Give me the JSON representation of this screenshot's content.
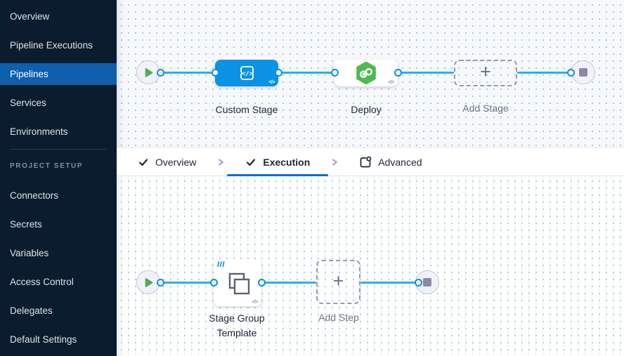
{
  "sidebar": {
    "nav_items": [
      {
        "label": "Overview",
        "active": false
      },
      {
        "label": "Pipeline Executions",
        "active": false
      },
      {
        "label": "Pipelines",
        "active": true
      },
      {
        "label": "Services",
        "active": false
      },
      {
        "label": "Environments",
        "active": false
      }
    ],
    "section_label": "PROJECT SETUP",
    "setup_items": [
      {
        "label": "Connectors"
      },
      {
        "label": "Secrets"
      },
      {
        "label": "Variables"
      },
      {
        "label": "Access Control"
      },
      {
        "label": "Delegates"
      },
      {
        "label": "Default Settings"
      }
    ]
  },
  "stage_canvas": {
    "nodes": {
      "custom_stage": {
        "label": "Custom Stage",
        "badge": "</>",
        "icon": "custom-stage-code-icon"
      },
      "deploy": {
        "label": "Deploy",
        "badge": "</>",
        "icon": "cd-hexagon-icon"
      },
      "add_stage": {
        "label": "Add Stage",
        "plus": "+"
      }
    },
    "start_icon": "play-icon",
    "end_icon": "stop-icon"
  },
  "tab_bar": {
    "tabs": [
      {
        "label": "Overview",
        "checked": true,
        "active": false
      },
      {
        "label": "Execution",
        "checked": true,
        "active": true
      },
      {
        "label": "Advanced",
        "checked": false,
        "active": false
      }
    ]
  },
  "step_canvas": {
    "nodes": {
      "stage_group_template": {
        "label": "Stage Group Template",
        "badge": "</>",
        "icon": "overlapping-squares-icon",
        "corner_icon": "template-library-icon"
      },
      "add_step": {
        "label": "Add Step",
        "plus": "+"
      }
    },
    "start_icon": "play-icon",
    "end_icon": "stop-icon"
  },
  "colors": {
    "sidebar_bg": "#0b1c2e",
    "active_nav_blue": "#0e5fad",
    "node_blue": "#0b92e4",
    "link_blue": "#29aef3",
    "tab_underline_blue": "#0a6ede",
    "hexagon_green": "#4dba4d",
    "play_green": "#4fae4f"
  }
}
